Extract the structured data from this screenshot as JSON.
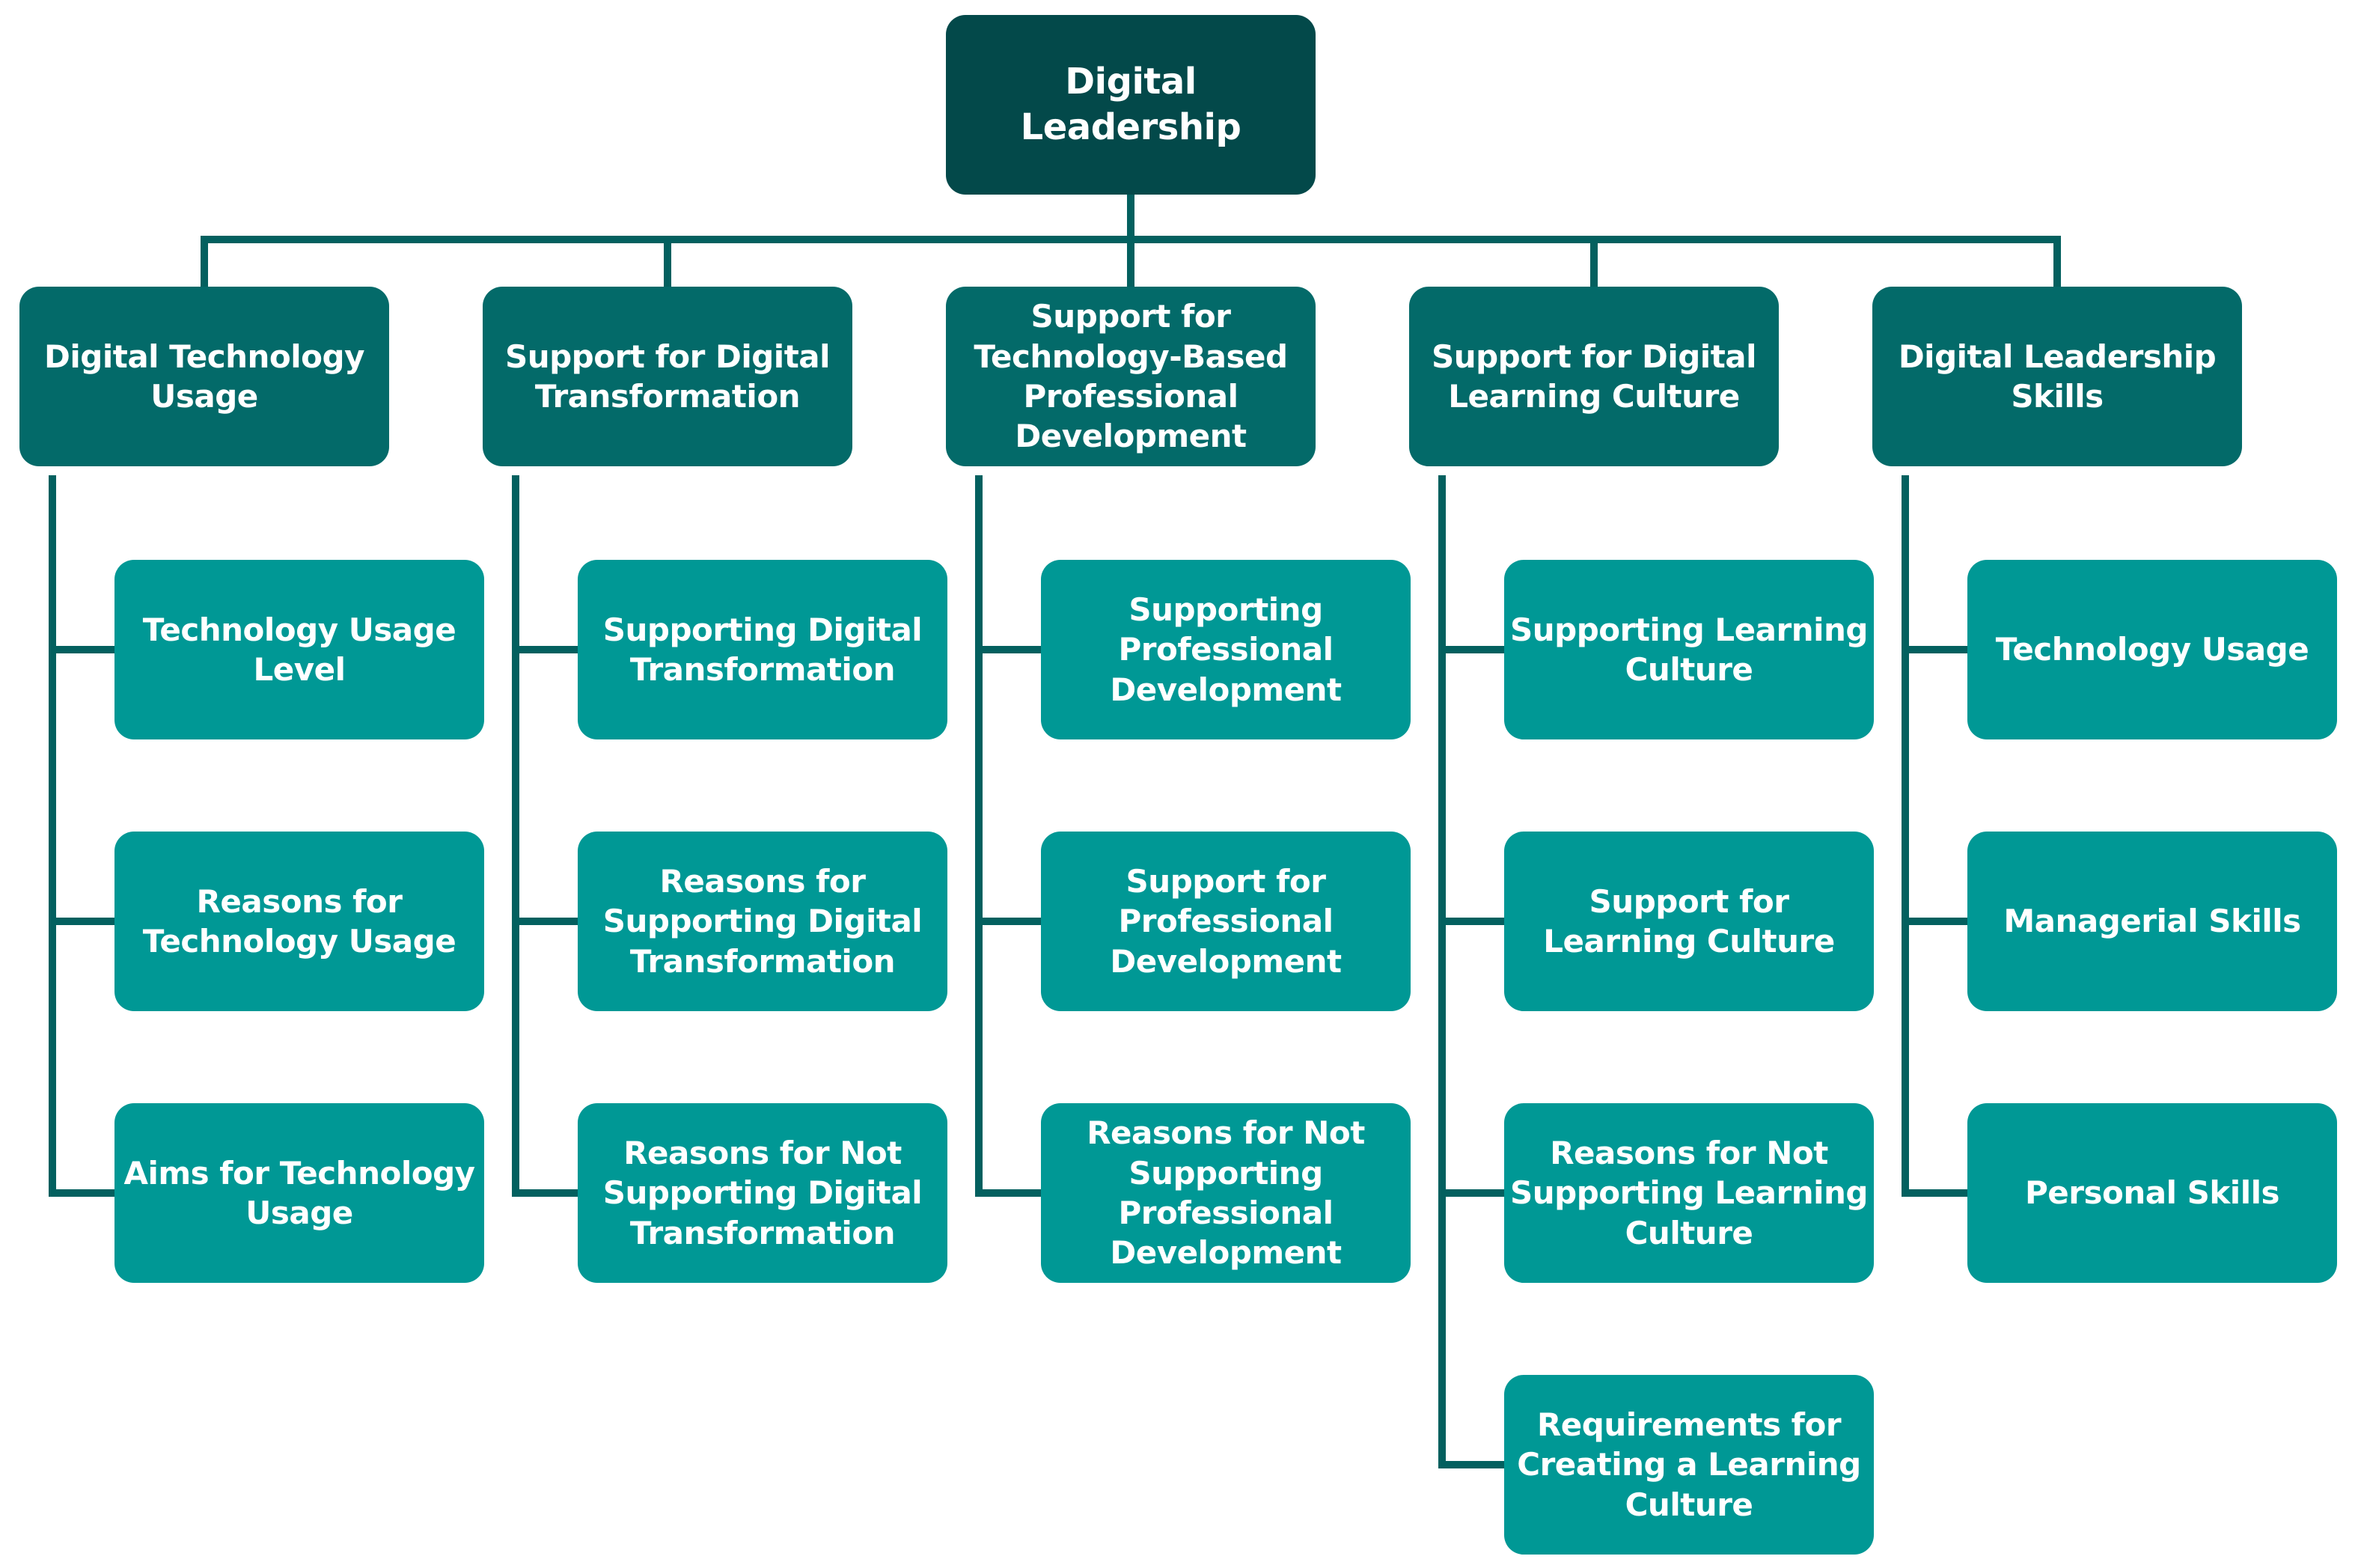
{
  "root": {
    "label": "Digital Leadership"
  },
  "categories": [
    {
      "label": "Digital Technology Usage",
      "items": [
        "Technology Usage Level",
        "Reasons for Technology Usage",
        "Aims for Technology Usage"
      ]
    },
    {
      "label": "Support for Digital Transformation",
      "items": [
        "Supporting Digital Transformation",
        "Reasons for Supporting Digital Transformation",
        "Reasons for Not Supporting Digital Transformation"
      ]
    },
    {
      "label": "Support for Technology-Based Professional Development",
      "items": [
        "Supporting Professional Development",
        "Support for Professional Development",
        "Reasons for Not Supporting Professional Development"
      ]
    },
    {
      "label": "Support for Digital Learning Culture",
      "items": [
        "Supporting Learning Culture",
        "Support for Learning Culture",
        "Reasons for Not Supporting Learning Culture",
        "Requirements for Creating a Learning Culture"
      ]
    },
    {
      "label": "Digital Leadership Skills",
      "items": [
        "Technology Usage",
        "Managerial Skills",
        "Personal Skills"
      ]
    }
  ],
  "colors": {
    "root": "#03494a",
    "category": "#036a69",
    "item": "#009895",
    "connector": "#03605f"
  }
}
